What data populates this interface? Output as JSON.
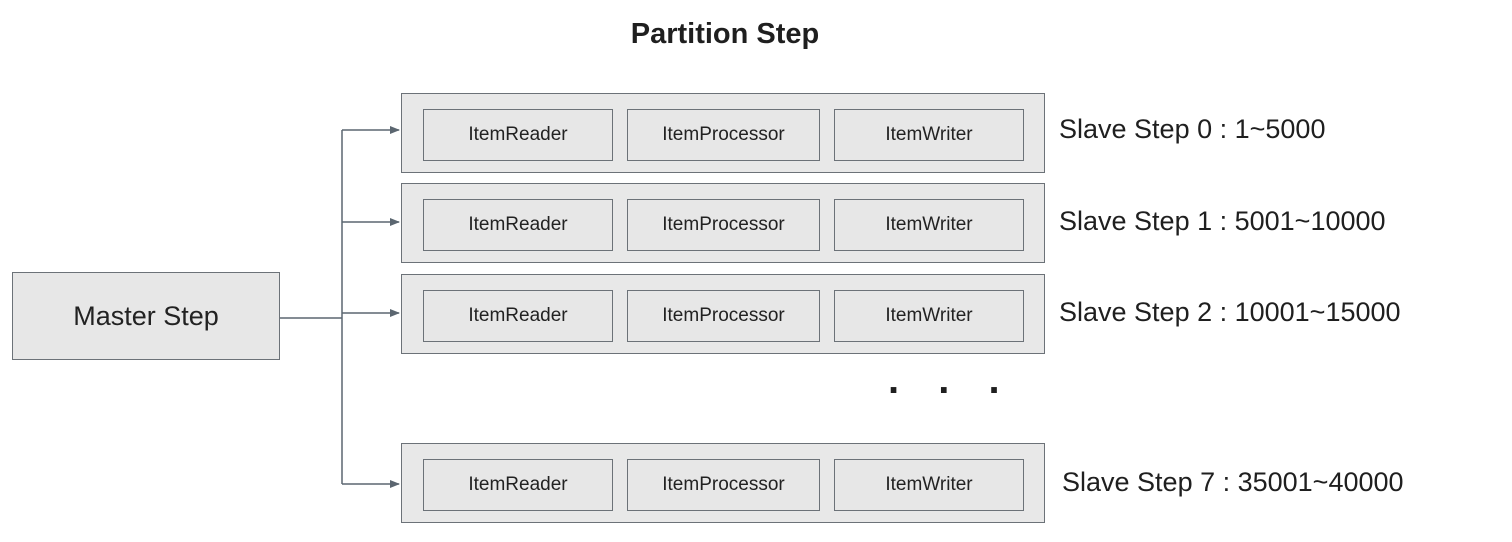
{
  "diagram": {
    "title": "Partition Step",
    "master": {
      "label": "Master Step"
    },
    "components": {
      "reader": "ItemReader",
      "processor": "ItemProcessor",
      "writer": "ItemWriter"
    },
    "slaves": [
      {
        "label": "Slave Step 0 : 1~5000"
      },
      {
        "label": "Slave Step 1 : 5001~10000"
      },
      {
        "label": "Slave Step 2 : 10001~15000"
      },
      {
        "label": "Slave Step 7 : 35001~40000"
      }
    ],
    "ellipsis": ". . .",
    "colors": {
      "box_fill": "#e7e7e7",
      "border": "#6c7278",
      "connector": "#5b6670"
    }
  }
}
